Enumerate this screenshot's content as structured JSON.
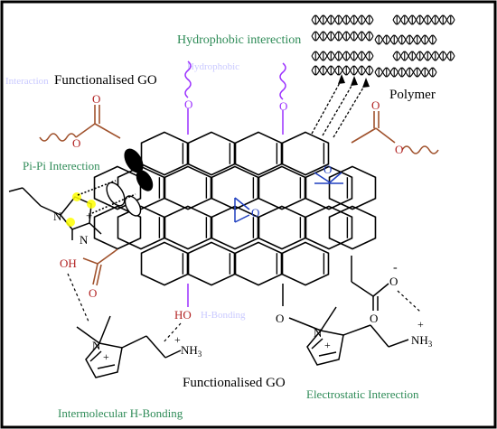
{
  "labels": {
    "hydrophobic": "Hydrophobic interection",
    "functionalised_go_top": "Functionalised GO",
    "polymer": "Polymer",
    "pi_pi": "Pi-Pi Interection",
    "functionalised_go_bottom": "Functionalised GO",
    "intermolecular_h_bonding": "Intermolecular H-Bonding",
    "electrostatic": "Electrostatic Interection",
    "ghost_hydrophobic": "Hydrophobic",
    "ghost_interaction": "Interaction",
    "ghost_h_bond": "H-Bonding"
  },
  "atoms": {
    "O": "O",
    "OH": "OH",
    "HO": "HO",
    "NH3": "NH",
    "sub3": "3",
    "N": "N",
    "plus": "+",
    "minus": "-"
  },
  "colors": {
    "graphene": "#000000",
    "carboxyl": "#a0522d",
    "oxygen": "#b22222",
    "ether": "#9b30ff",
    "epoxide": "#1f3fbf",
    "hydrophobic_text": "#2e8b57",
    "pi_text": "#2e8b57",
    "h_bond_text": "#2e8b57",
    "electrostatic_text": "#2e8b57",
    "highlight": "#ffff00",
    "ghost_text": "#c9c9ff"
  }
}
